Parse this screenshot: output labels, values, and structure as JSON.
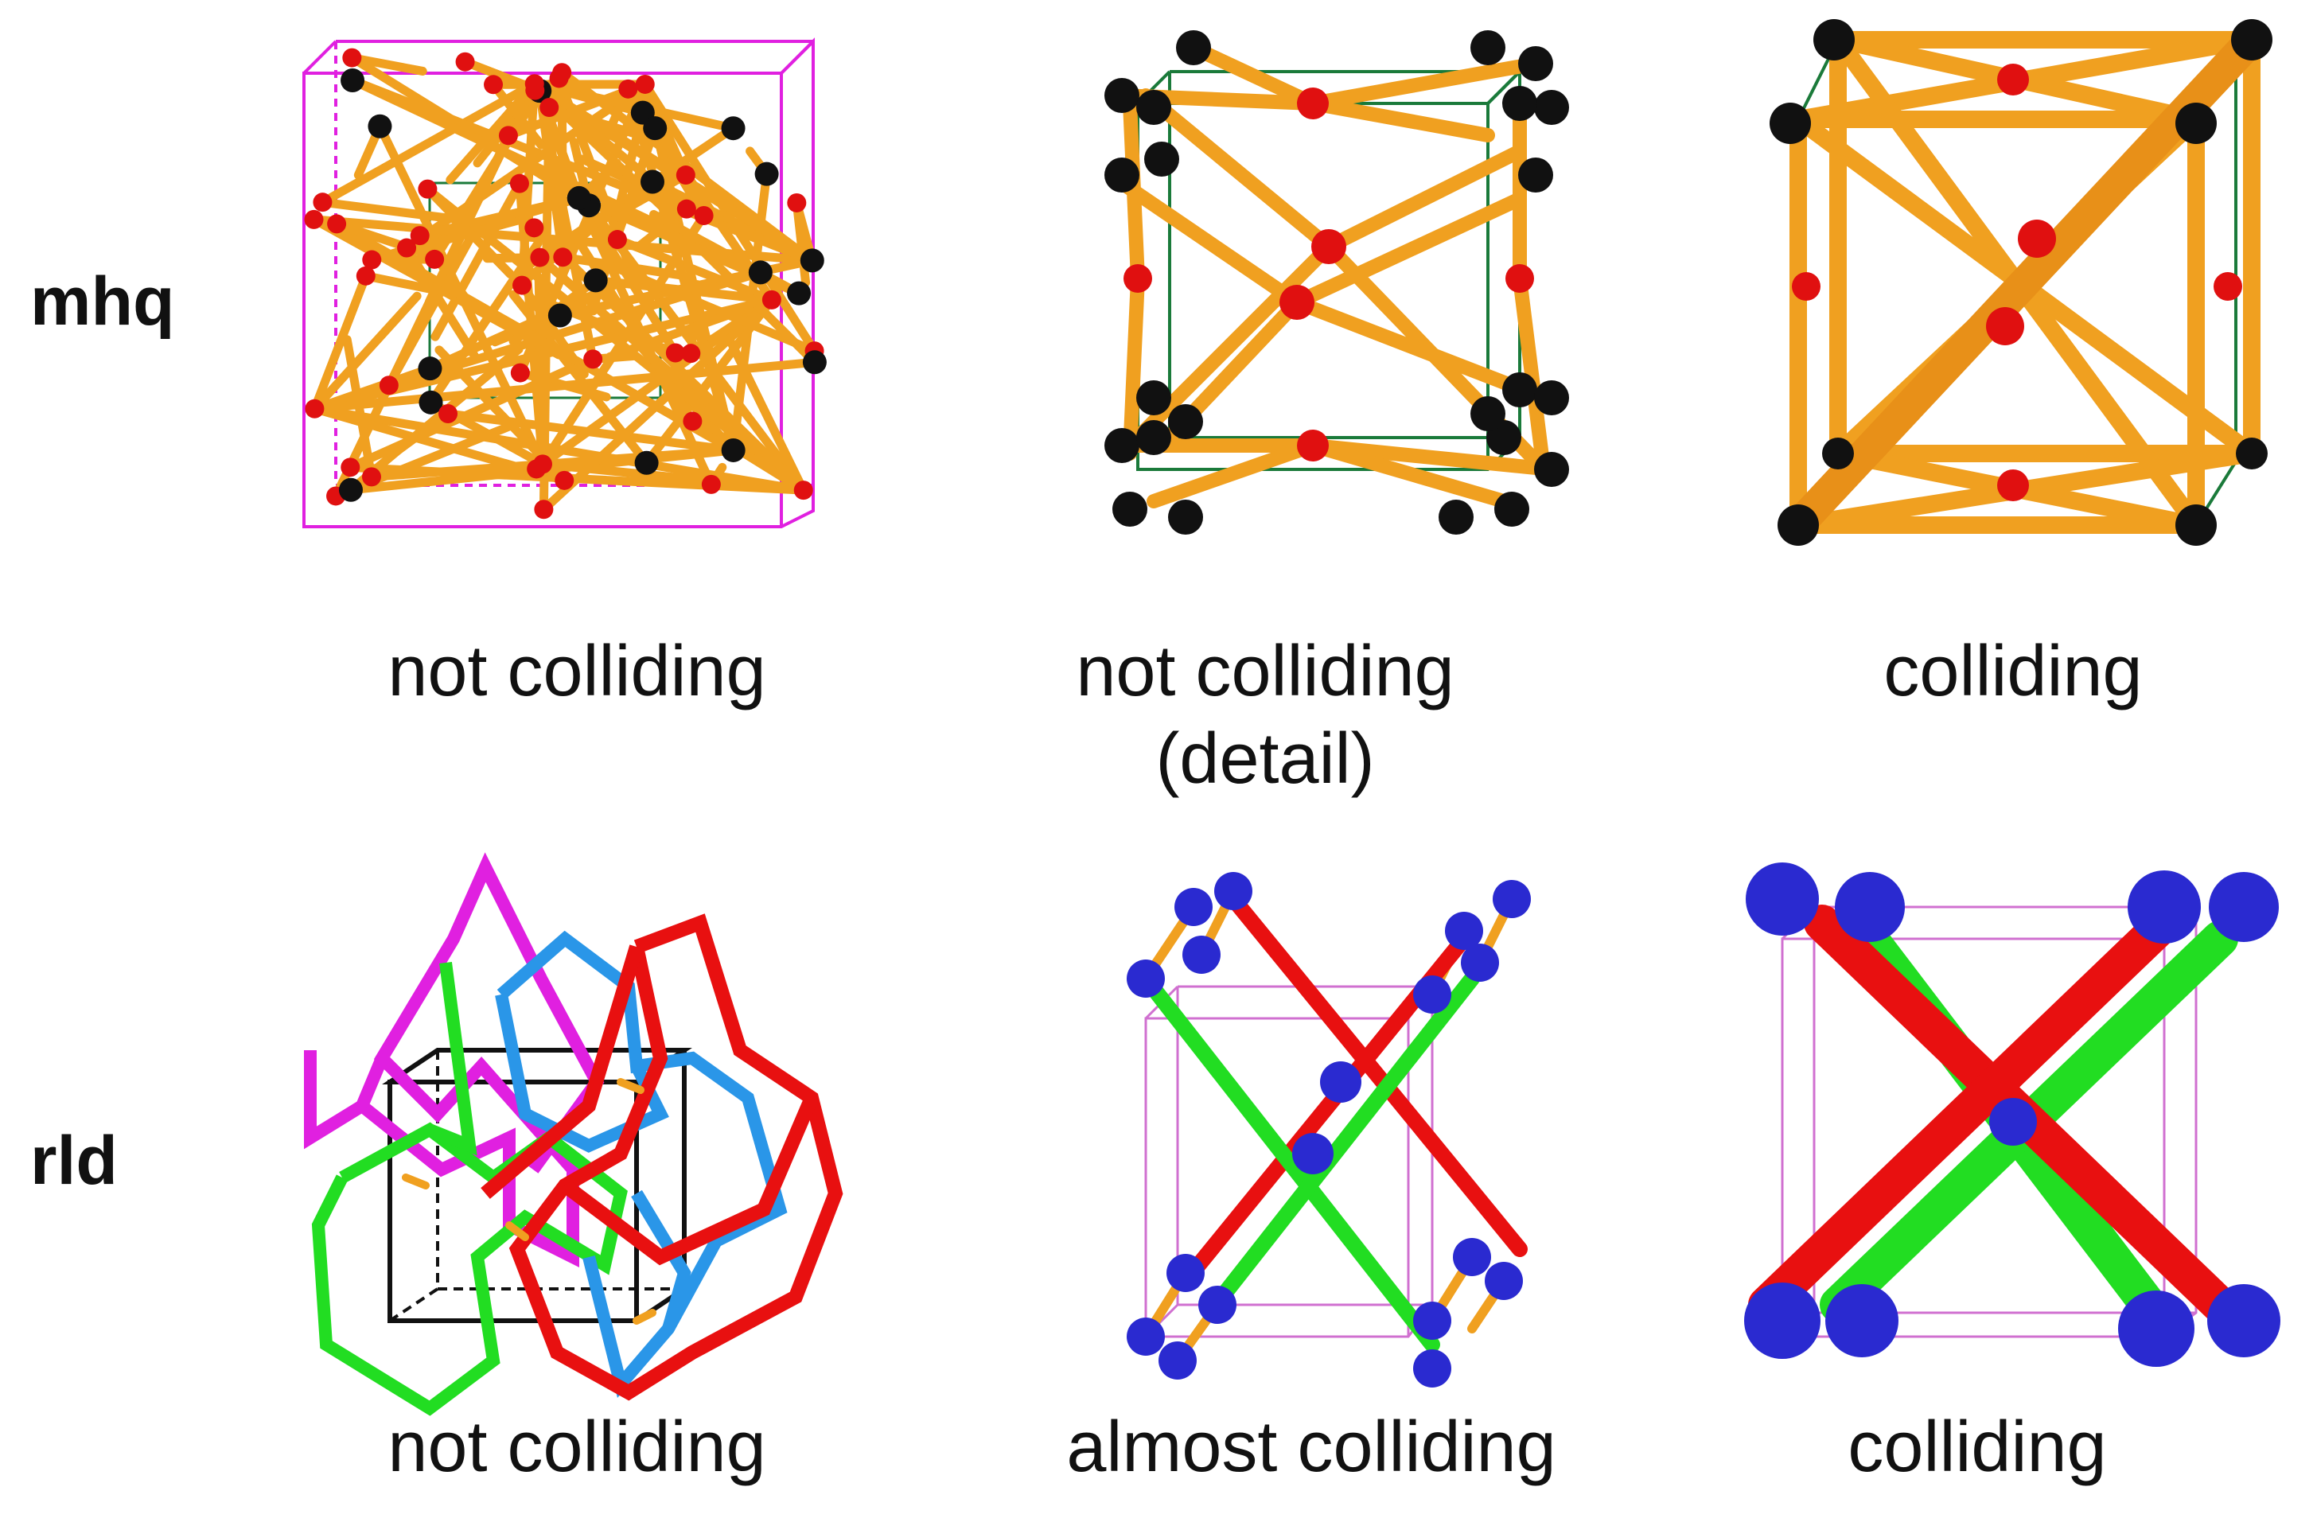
{
  "rows": [
    {
      "label": "mhq",
      "panels": [
        {
          "caption": "not colliding"
        },
        {
          "caption": "not colliding",
          "caption2": "(detail)"
        },
        {
          "caption": "colliding"
        }
      ]
    },
    {
      "label": "rld",
      "panels": [
        {
          "caption": "not colliding"
        },
        {
          "caption": "almost colliding"
        },
        {
          "caption": "colliding"
        }
      ]
    }
  ],
  "colors": {
    "rod": "#f0a020",
    "red_node": "#e01010",
    "black_node": "#111111",
    "blue_node": "#2a2ad0",
    "magenta": "#e020e0",
    "green": "#22dd22",
    "red": "#e81010",
    "cyan": "#2a96e8",
    "cell_green": "#1a7a3a",
    "cell_pink": "#d070d0"
  }
}
